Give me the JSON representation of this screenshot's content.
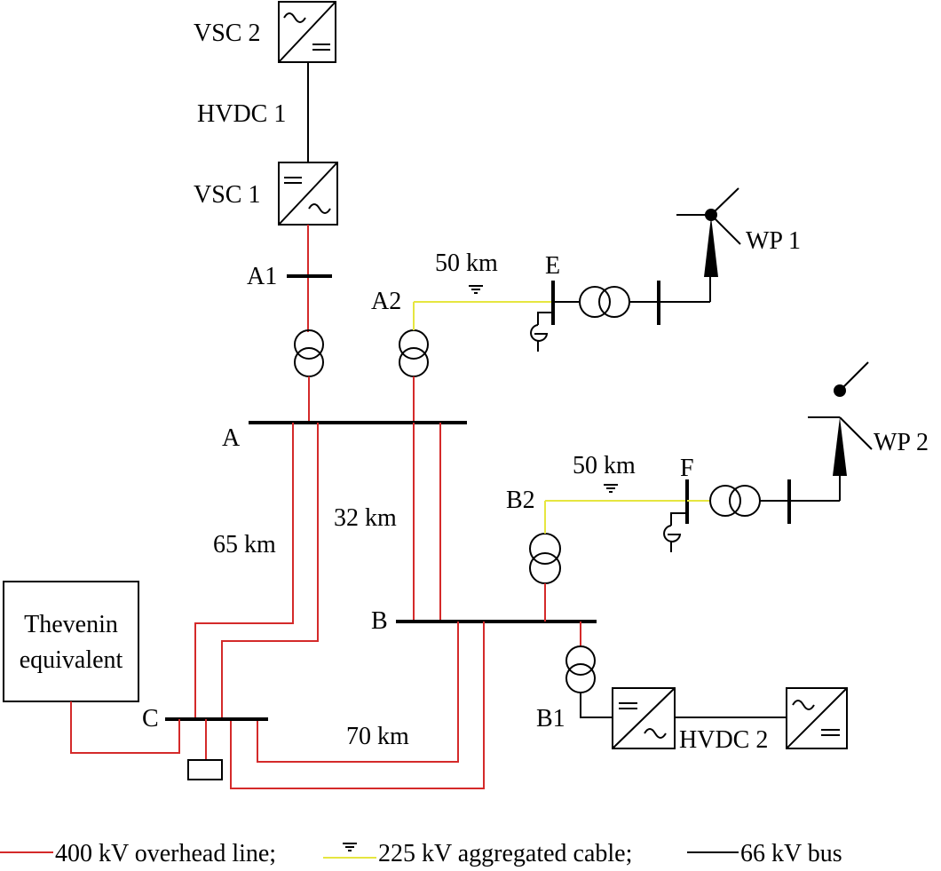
{
  "labels": {
    "vsc2": "VSC 2",
    "hvdc1": "HVDC 1",
    "vsc1": "VSC 1",
    "a1": "A1",
    "a2": "A2",
    "a": "A",
    "b": "B",
    "b1": "B1",
    "b2": "B2",
    "c": "C",
    "e": "E",
    "f": "F",
    "wp1": "WP 1",
    "wp2": "WP 2",
    "hvdc2": "HVDC 2",
    "len_a2e": "50 km",
    "len_b2f": "50 km",
    "len_ac": "65 km",
    "len_ab": "32 km",
    "len_bc": "70 km",
    "thevenin_line1": "Thevenin",
    "thevenin_line2": "equivalent"
  },
  "legend": {
    "red_label": "400 kV overhead line;",
    "yellow_label": "225 kV aggregated cable;",
    "black_label": "66 kV bus"
  },
  "colors": {
    "overhead_line": "#d42a2a",
    "aggregated_cable": "#e6e640",
    "bus": "#000000"
  }
}
